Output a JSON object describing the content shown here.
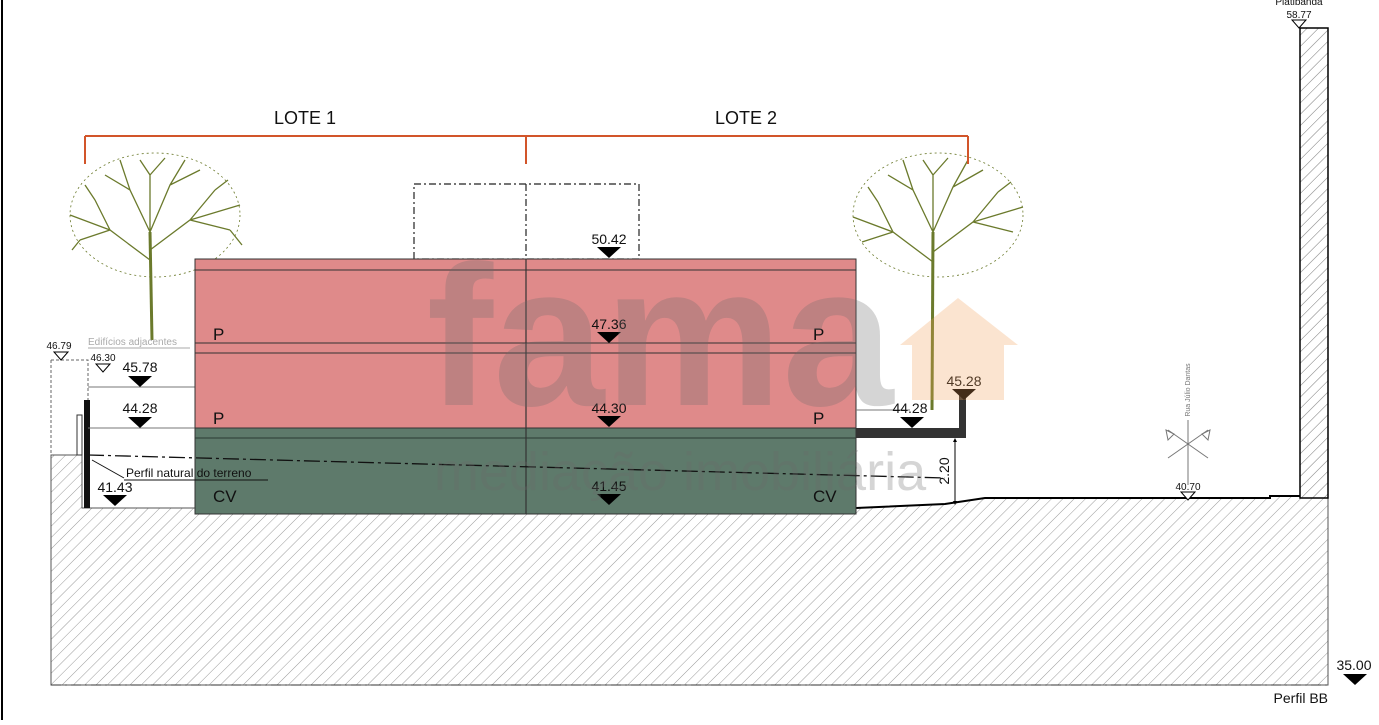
{
  "lots": {
    "lote1": "LOTE 1",
    "lote2": "LOTE 2"
  },
  "floor_labels": {
    "p": "P",
    "cv": "CV"
  },
  "levels": {
    "roof": "50.42",
    "second_floor": "47.36",
    "first_floor": "44.30",
    "basement": "41.45",
    "left_top": "45.78",
    "left_mid": "44.28",
    "left_base": "41.43",
    "adjacent_top": "46.79",
    "adjacent_inner": "46.30",
    "right_terrace": "44.28",
    "right_wall": "45.28",
    "street": "40.70",
    "platibanda": "58.77",
    "datum": "35.00"
  },
  "labels": {
    "adjacent_buildings": "Edifícios adjacentes",
    "natural_terrain": "Perfil natural do terreno",
    "platibanda": "Platibanda",
    "street_name": "Rua Júlio Dantas",
    "profile": "Perfil BB",
    "dimension_height": "2.20"
  },
  "watermark": {
    "brand": "fama",
    "tagline": "mediação imobiliária"
  },
  "colors": {
    "upper_floors": "#df8a8a",
    "basement": "#5e7a6b",
    "lot_bracket": "#d2552a",
    "tree": "#6b7a2c",
    "hatch": "#9a9a9a"
  }
}
